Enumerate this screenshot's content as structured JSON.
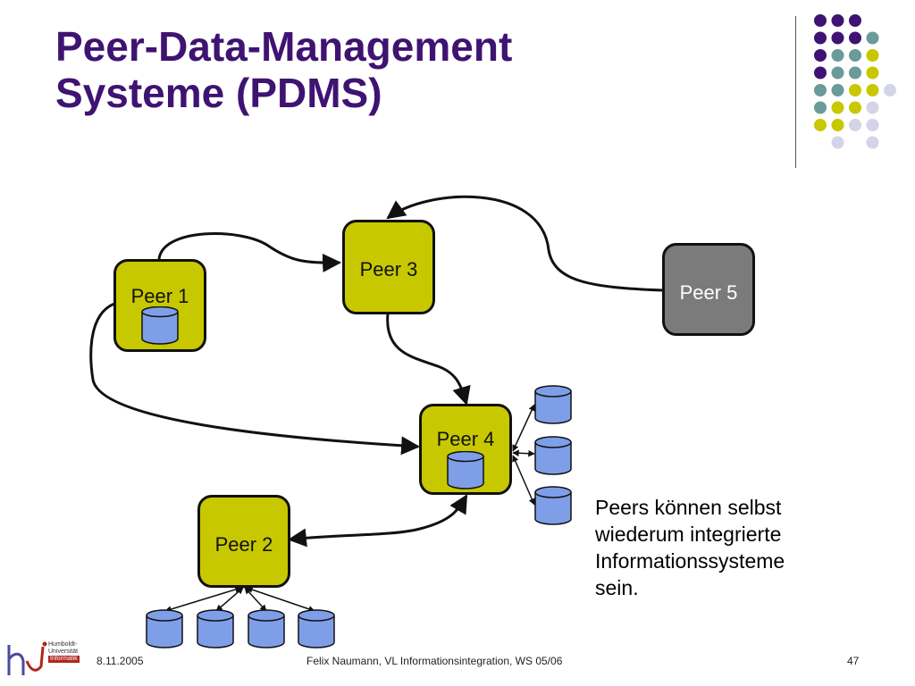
{
  "slide": {
    "title_line1": "Peer-Data-Management",
    "title_line2": "Systeme (PDMS)",
    "annotation": [
      "Peers können selbst",
      "wiederum integrierte",
      "Informationssysteme",
      "sein."
    ]
  },
  "peers": {
    "peer1": "Peer 1",
    "peer2": "Peer 2",
    "peer3": "Peer 3",
    "peer4": "Peer 4",
    "peer5": "Peer 5"
  },
  "footer": {
    "date": "8.11.2005",
    "author": "Felix Naumann, VL Informationsintegration, WS 05/06",
    "page": "47"
  },
  "logo": {
    "line1": "Humboldt-",
    "line2": "Universität",
    "line3": "Informatik"
  },
  "colors": {
    "title": "#3f1372",
    "peer_fill": "#c8c800",
    "peer5_fill": "#7b7b7b",
    "database": "#7f9ee8",
    "dot_purple": "#3f1372",
    "dot_teal": "#6a9a99",
    "dot_yellow": "#c8c800",
    "dot_lilac": "#d4d4e8"
  }
}
